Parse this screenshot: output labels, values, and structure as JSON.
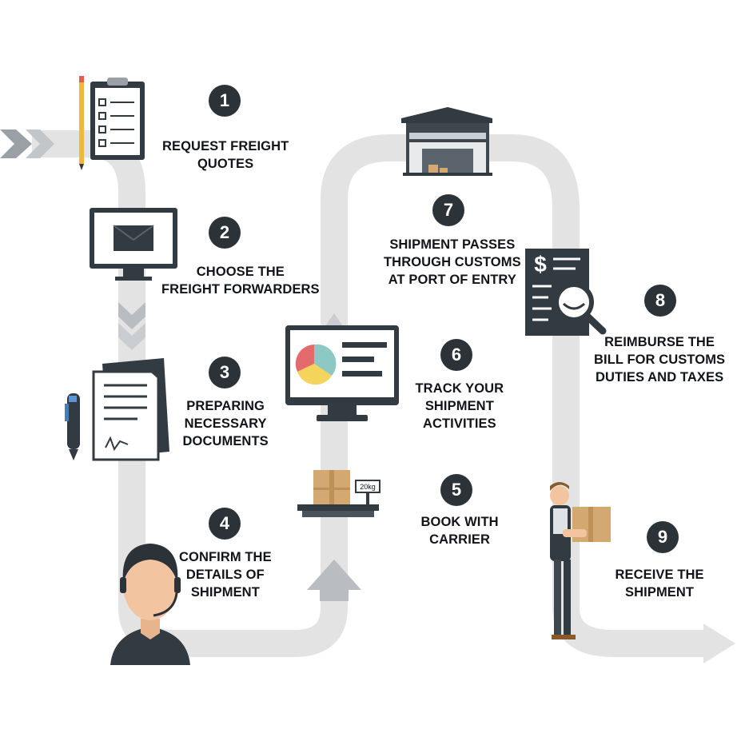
{
  "colors": {
    "path": "#e3e3e3",
    "dark": "#323a42",
    "badge": "#2b3238",
    "label": "#111418",
    "box": "#d4a971",
    "skin": "#f2c4a0"
  },
  "steps": [
    {
      "number": "1",
      "lines": [
        "REQUEST FREIGHT",
        "QUOTES"
      ],
      "icon": "clipboard-checklist-icon"
    },
    {
      "number": "2",
      "lines": [
        "CHOOSE THE",
        "FREIGHT FORWARDERS"
      ],
      "icon": "email-monitor-icon"
    },
    {
      "number": "3",
      "lines": [
        "PREPARING",
        "NECESSARY",
        "DOCUMENTS"
      ],
      "icon": "signed-documents-icon"
    },
    {
      "number": "4",
      "lines": [
        "CONFIRM THE",
        "DETAILS OF",
        "SHIPMENT"
      ],
      "icon": "support-agent-icon"
    },
    {
      "number": "5",
      "lines": [
        "BOOK WITH",
        "CARRIER"
      ],
      "icon": "weighing-scale-icon"
    },
    {
      "number": "6",
      "lines": [
        "TRACK YOUR",
        "SHIPMENT",
        "ACTIVITIES"
      ],
      "icon": "analytics-monitor-icon"
    },
    {
      "number": "7",
      "lines": [
        "SHIPMENT PASSES",
        "THROUGH CUSTOMS",
        "AT PORT OF ENTRY"
      ],
      "icon": "warehouse-icon"
    },
    {
      "number": "8",
      "lines": [
        "REIMBURSE THE",
        "BILL FOR CUSTOMS",
        "DUTIES AND TAXES"
      ],
      "icon": "invoice-search-icon"
    },
    {
      "number": "9",
      "lines": [
        "RECEIVE THE",
        "SHIPMENT"
      ],
      "icon": "delivery-worker-icon"
    }
  ],
  "scale_reading": "20kg"
}
